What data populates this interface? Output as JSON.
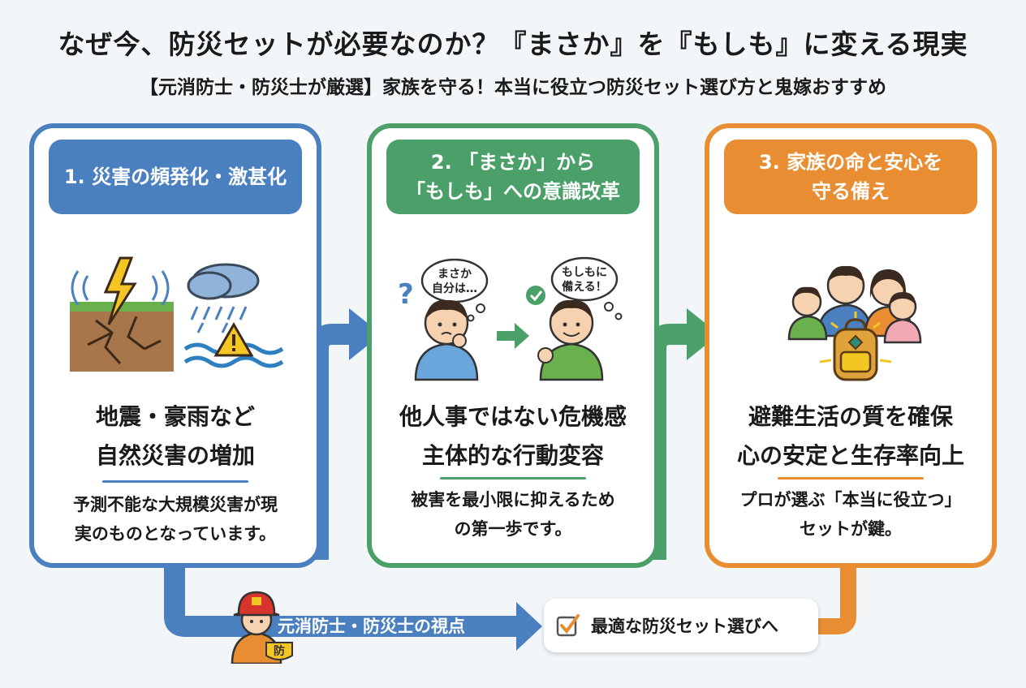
{
  "header": {
    "title": "なぜ今、防災セットが必要なのか？『まさか』を『もしも』に変える現実",
    "subtitle": "【元消防士・防災士が厳選】家族を守る！本当に役立つ防災セット選び方と鬼嫁おすすめ"
  },
  "cards": [
    {
      "heading": "1. 災害の頻発化・激甚化",
      "headline": [
        "地震・豪雨など",
        "自然災害の増加"
      ],
      "desc": [
        "予測不能な大規模災害が現",
        "実のものとなっています。"
      ]
    },
    {
      "heading": "2. 「まさか」から\n「もしも」への意識改革",
      "headline": [
        "他人事ではない危機感",
        "主体的な行動変容"
      ],
      "desc": [
        "被害を最小限に抑えるため",
        "の第一歩です。"
      ],
      "bubbles": [
        [
          "まさか",
          "自分は…"
        ],
        [
          "もしもに",
          "備える！"
        ]
      ]
    },
    {
      "heading": "3. 家族の命と安心を\n守る備え",
      "headline": [
        "避難生活の質を確保",
        "心の安定と生存率向上"
      ],
      "desc": [
        "プロが選ぶ「本当に役立つ」",
        "セットが鍵。"
      ]
    }
  ],
  "footer": {
    "perspective_label": "元消防士・防災士の視点",
    "badge_char": "防",
    "goal_label": "最適な防災セット選びへ"
  },
  "colors": {
    "blue": "#4a7fc0",
    "green": "#4ba06a",
    "orange": "#e88d32"
  },
  "icons": [
    "earthquake-icon",
    "rain-flood-icon",
    "warning-icon",
    "question-icon",
    "check-icon",
    "family-icon",
    "backpack-icon",
    "firefighter-icon",
    "checkbox-icon"
  ]
}
